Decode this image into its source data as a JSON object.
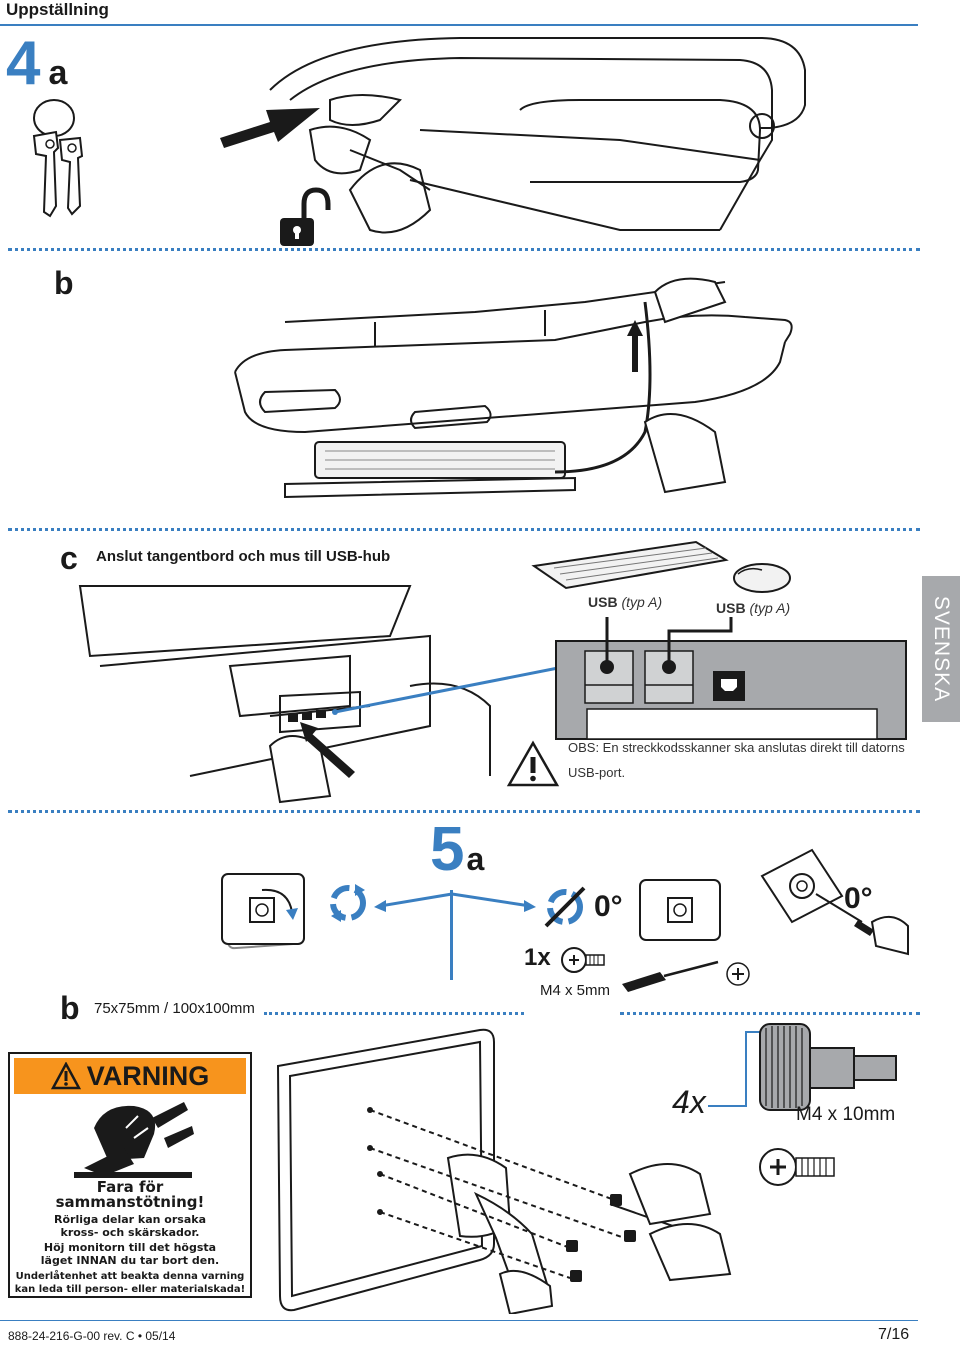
{
  "header": {
    "title": "Uppställning"
  },
  "language_tab": "SVENSKA",
  "steps": {
    "s4": {
      "number": "4",
      "letter": "a"
    },
    "s4b": {
      "letter": "b"
    },
    "s4c": {
      "letter": "c",
      "caption": "Anslut tangentbord och mus till USB-hub"
    },
    "s5": {
      "number": "5",
      "letter": "a"
    },
    "s5b": {
      "letter": "b",
      "size": "75x75mm / 100x100mm"
    }
  },
  "usb": {
    "label1_bold": "USB",
    "label1_italic": "(typ A)",
    "label2_bold": "USB",
    "label2_italic": "(typ A)"
  },
  "note": {
    "line1": "OBS: En streckkodsskanner ska anslutas direkt till datorns",
    "line2": "USB-port."
  },
  "rotation": {
    "deg1": "0°",
    "deg2": "0°"
  },
  "screw_small": {
    "count": "1x",
    "size": "M4 x 5mm"
  },
  "screw_large": {
    "count": "4x",
    "size": "M4 x 10mm"
  },
  "warning": {
    "header": "VARNING",
    "title1": "Fara för",
    "title2": "sammanstötning!",
    "line1": "Rörliga delar kan orsaka",
    "line2": "kross- och skärskador.",
    "line3": "Höj monitorn till det högsta",
    "line4": "läget INNAN du tar bort den.",
    "line5": "Underlåtenhet att beakta denna varning",
    "line6": "kan leda till person- eller materialskada!"
  },
  "footer": {
    "code": "888-24-216-G-00 rev. C • 05/14",
    "page": "7/16"
  },
  "colors": {
    "accent": "#3a7fc1",
    "warning": "#f7941d",
    "tab": "#a7a9ac"
  }
}
